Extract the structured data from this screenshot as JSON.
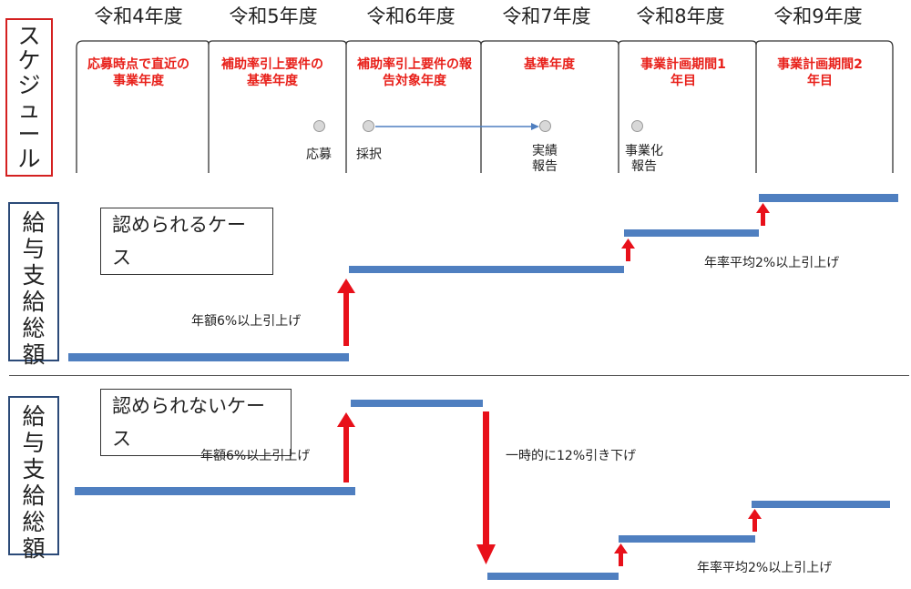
{
  "years": [
    "令和4年度",
    "令和5年度",
    "令和6年度",
    "令和7年度",
    "令和8年度",
    "令和9年度"
  ],
  "schedule_label": "スケジュール",
  "descriptions": [
    "応募時点で直近の事業年度",
    "補助率引上要件の基準年度",
    "補助率引上要件の報告対象年度",
    "基準年度",
    "事業計画期間1年目",
    "事業計画期間2年目"
  ],
  "milestones": {
    "apply": "応募",
    "adopt": "採択",
    "results_report": "実績報告",
    "commercialization_report": "事業化報告"
  },
  "salary_label": "給与支給総額",
  "accepted": {
    "title": "認められるケース",
    "raise_note": "年額6%以上引上げ",
    "avg_note": "年率平均2%以上引上げ"
  },
  "rejected": {
    "title": "認められないケース",
    "raise_note": "年額6%以上引上げ",
    "drop_note": "一時的に12%引き下げ",
    "avg_note": "年率平均2%以上引上げ"
  },
  "colors": {
    "level_bar": "#4f7fc0",
    "arrow": "#e8101a",
    "description_text": "#e8201a",
    "schedule_border": "#d42020",
    "salary_border": "#2b4a78"
  }
}
